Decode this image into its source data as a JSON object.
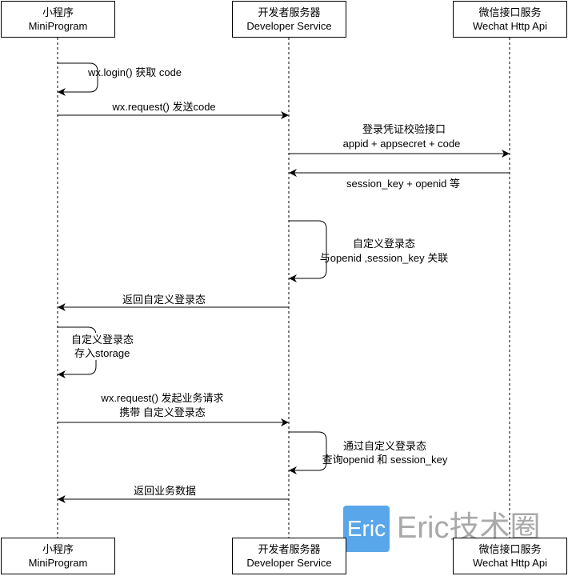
{
  "participants": [
    {
      "name_cn": "小程序",
      "name_en": "MiniProgram"
    },
    {
      "name_cn": "开发者服务器",
      "name_en": "Developer Service"
    },
    {
      "name_cn": "微信接口服务",
      "name_en": "Wechat Http Api"
    }
  ],
  "messages": {
    "m1": {
      "line1": "wx.login() 获取 code"
    },
    "m2": {
      "line1": "wx.request() 发送code"
    },
    "m3": {
      "line1": "登录凭证校验接口",
      "line2": "appid + appsecret + code"
    },
    "m4": {
      "line1": "session_key + openid 等"
    },
    "m5": {
      "line1": "自定义登录态",
      "line2": "与openid ,session_key 关联"
    },
    "m6": {
      "line1": "返回自定义登录态"
    },
    "m7": {
      "line1": "自定义登录态",
      "line2": "存入storage"
    },
    "m8": {
      "line1": "wx.request() 发起业务请求",
      "line2": "携带 自定义登录态"
    },
    "m9": {
      "line1": "通过自定义登录态",
      "line2": "查询openid 和 session_key"
    },
    "m10": {
      "line1": "返回业务数据"
    }
  },
  "watermark": {
    "logo": "Eric",
    "text": "Eric技术圈"
  }
}
